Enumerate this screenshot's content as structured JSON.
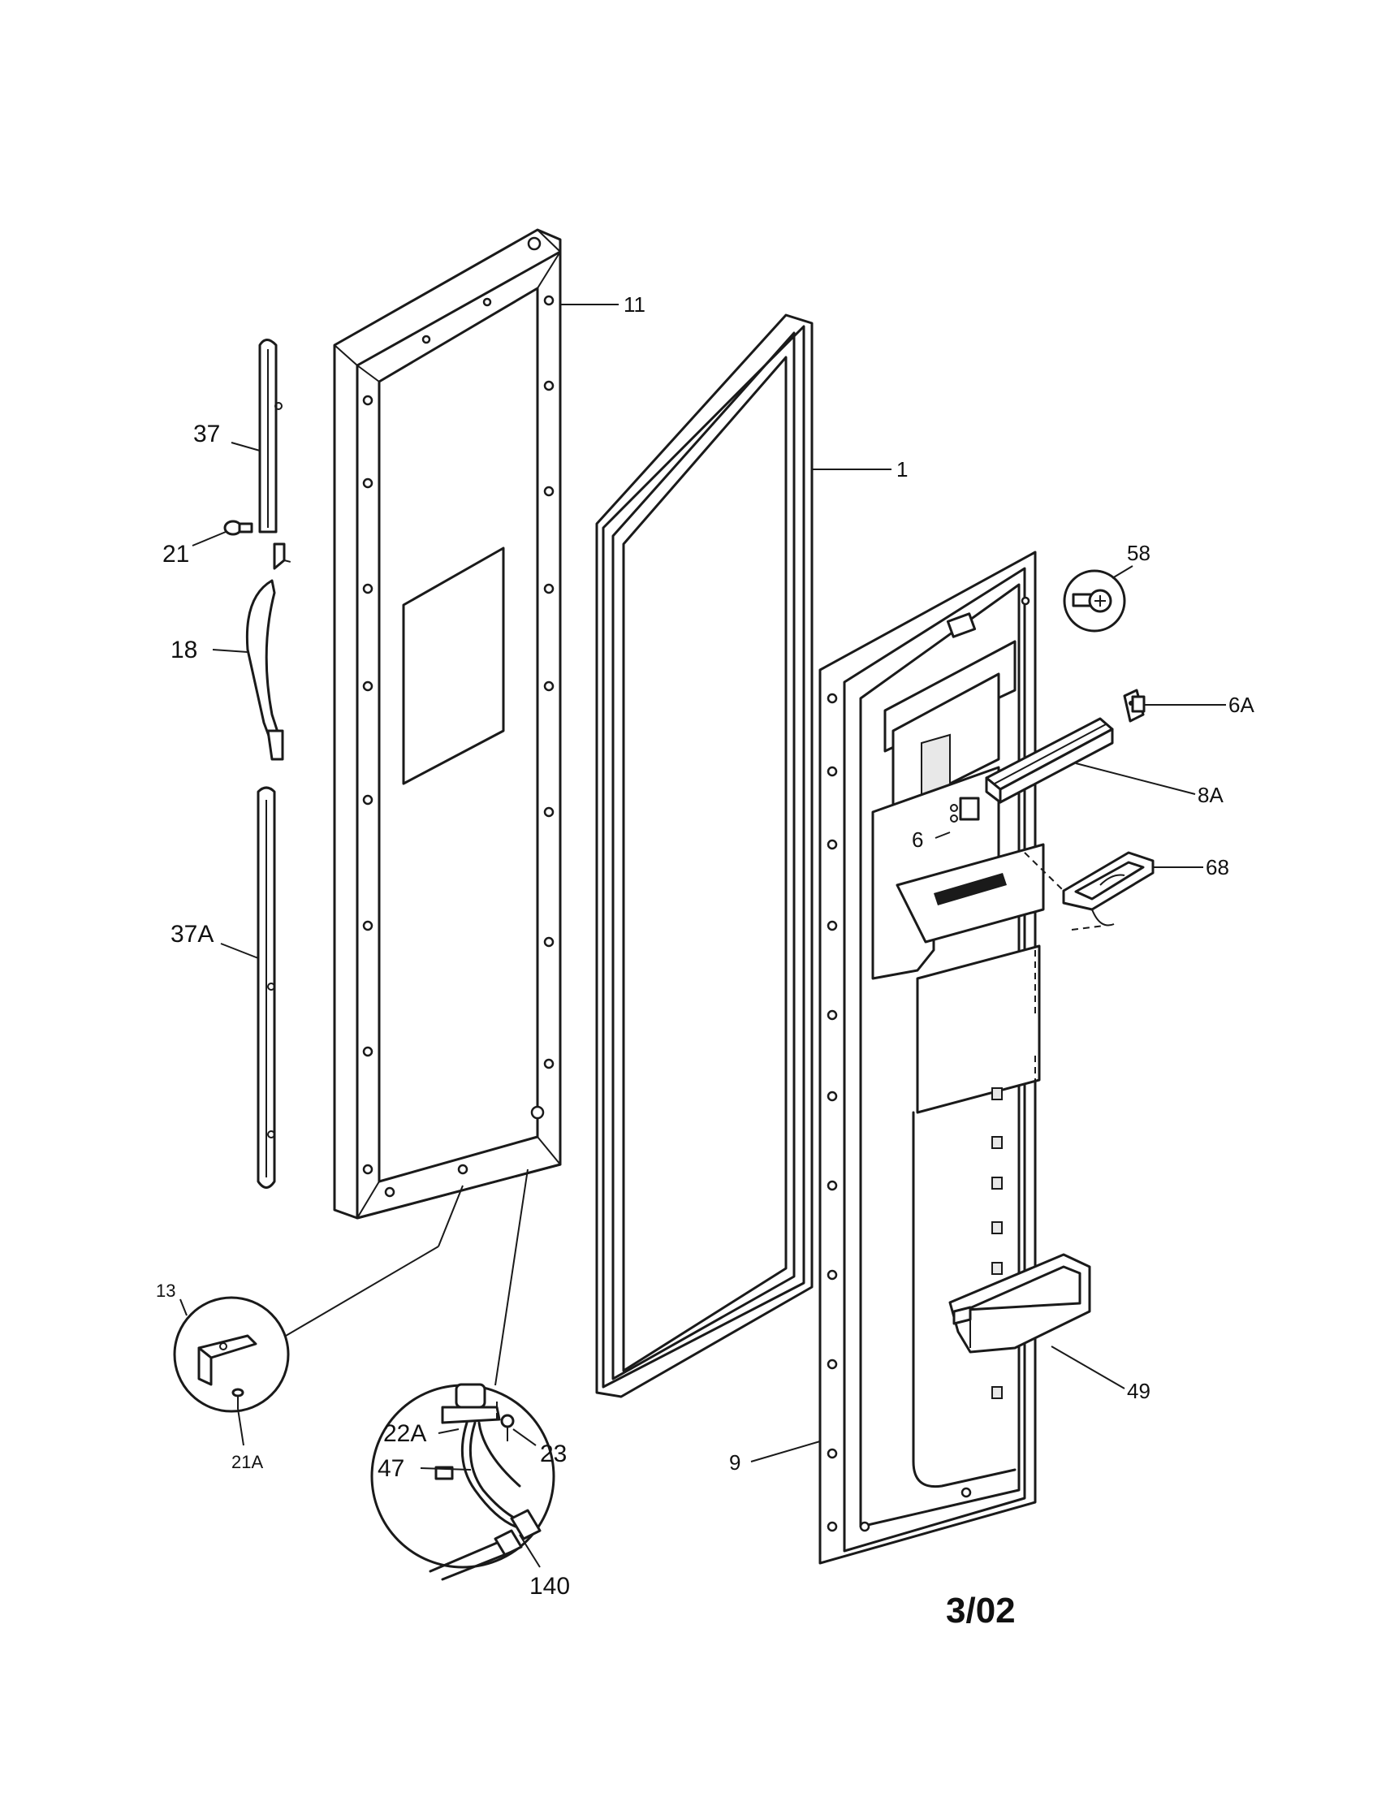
{
  "labels": {
    "p11": "11",
    "p1": "1",
    "p37": "37",
    "p21": "21",
    "p18": "18",
    "p37a": "37A",
    "p58": "58",
    "p6a": "6A",
    "p8a": "8A",
    "p6": "6",
    "p68": "68",
    "p13": "13",
    "p21a": "21A",
    "p22a": "22A",
    "p47": "47",
    "p23": "23",
    "p140": "140",
    "p9": "9",
    "p49": "49"
  },
  "date_code": "3/02"
}
